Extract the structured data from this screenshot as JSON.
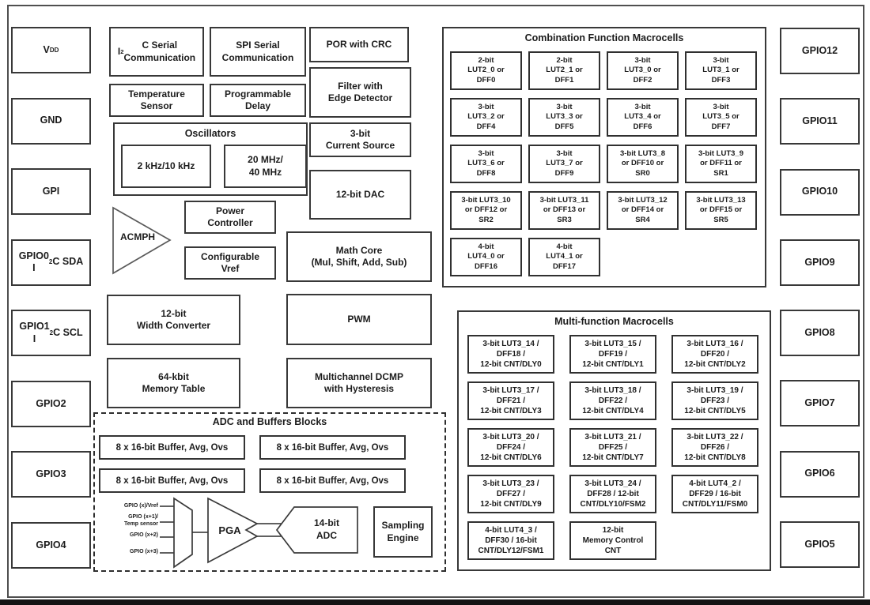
{
  "pins": {
    "left": [
      "V~DD~",
      "GND",
      "GPI",
      "GPIO0|I^2C SDA",
      "GPIO1|I^2C SCL",
      "GPIO2",
      "GPIO3",
      "GPIO4"
    ],
    "right": [
      "GPIO12",
      "GPIO11",
      "GPIO10",
      "GPIO9",
      "GPIO8",
      "GPIO7",
      "GPIO6",
      "GPIO5"
    ]
  },
  "blocks": {
    "i2c": "I^2C Serial|Communication",
    "spi": "SPI Serial|Communication",
    "por": "POR with CRC",
    "temp_sensor": "Temperature|Sensor",
    "prog_delay": "Programmable|Delay",
    "filter": "Filter with|Edge Detector",
    "current_source": "3-bit|Current Source",
    "dac": "12-bit DAC",
    "acmph": "ACMPH",
    "power_controller": "Power|Controller",
    "config_vref": "Configurable|Vref",
    "math_core": "Math Core|(Mul, Shift, Add, Sub)",
    "width_converter": "12-bit|Width Converter",
    "pwm": "PWM",
    "memory_table": "64-kbit|Memory Table",
    "dcmp": "Multichannel DCMP|with Hysteresis"
  },
  "oscillators": {
    "title": "Oscillators",
    "low_speed": "2 kHz/10 kHz",
    "high_speed": "20 MHz/|40 MHz"
  },
  "adc_section": {
    "title": "ADC and Buffers Blocks",
    "buffers": [
      "8 x 16-bit Buffer, Avg, Ovs",
      "8 x 16-bit Buffer, Avg, Ovs",
      "8 x 16-bit Buffer, Avg, Ovs",
      "8 x 16-bit Buffer, Avg, Ovs"
    ],
    "mux_inputs": [
      "GPIO (x)/Vref",
      "GPIO (x+1)/|Temp sensor",
      "GPIO (x+2)",
      "GPIO (x+3)"
    ],
    "pga": "PGA",
    "adc": "14-bit|ADC",
    "sampling_engine": "Sampling|Engine"
  },
  "combination_macrocells": {
    "title": "Combination Function Macrocells",
    "cells": [
      "2-bit|LUT2_0 or|DFF0",
      "2-bit|LUT2_1 or|DFF1",
      "3-bit|LUT3_0 or|DFF2",
      "3-bit|LUT3_1 or|DFF3",
      "3-bit|LUT3_2 or|DFF4",
      "3-bit|LUT3_3 or|DFF5",
      "3-bit|LUT3_4 or|DFF6",
      "3-bit|LUT3_5 or|DFF7",
      "3-bit|LUT3_6 or|DFF8",
      "3-bit|LUT3_7 or|DFF9",
      "3-bit LUT3_8|or DFF10 or|SR0",
      "3-bit LUT3_9|or DFF11 or|SR1",
      "3-bit LUT3_10|or DFF12 or|SR2",
      "3-bit LUT3_11|or DFF13 or|SR3",
      "3-bit LUT3_12|or DFF14 or|SR4",
      "3-bit LUT3_13|or DFF15 or|SR5",
      "4-bit|LUT4_0 or|DFF16",
      "4-bit|LUT4_1 or|DFF17"
    ]
  },
  "multifunction_macrocells": {
    "title": "Multi-function Macrocells",
    "cells": [
      "3-bit LUT3_14 /|DFF18 /|12-bit CNT/DLY0",
      "3-bit LUT3_15 /|DFF19 /|12-bit CNT/DLY1",
      "3-bit LUT3_16 /|DFF20 /|12-bit CNT/DLY2",
      "3-bit LUT3_17 /|DFF21 /|12-bit CNT/DLY3",
      "3-bit LUT3_18 /|DFF22 /|12-bit CNT/DLY4",
      "3-bit LUT3_19 /|DFF23 /|12-bit CNT/DLY5",
      "3-bit LUT3_20 /|DFF24 /|12-bit CNT/DLY6",
      "3-bit LUT3_21 /|DFF25 /|12-bit CNT/DLY7",
      "3-bit LUT3_22 /|DFF26 /|12-bit CNT/DLY8",
      "3-bit LUT3_23 /|DFF27 /|12-bit CNT/DLY9",
      "3-bit LUT3_24 /|DFF28 / 12-bit|CNT/DLY10/FSM2",
      "4-bit LUT4_2 /|DFF29 / 16-bit|CNT/DLY11/FSM0",
      "4-bit LUT4_3 /|DFF30 / 16-bit|CNT/DLY12/FSM1",
      "12-bit|Memory Control|CNT"
    ]
  }
}
